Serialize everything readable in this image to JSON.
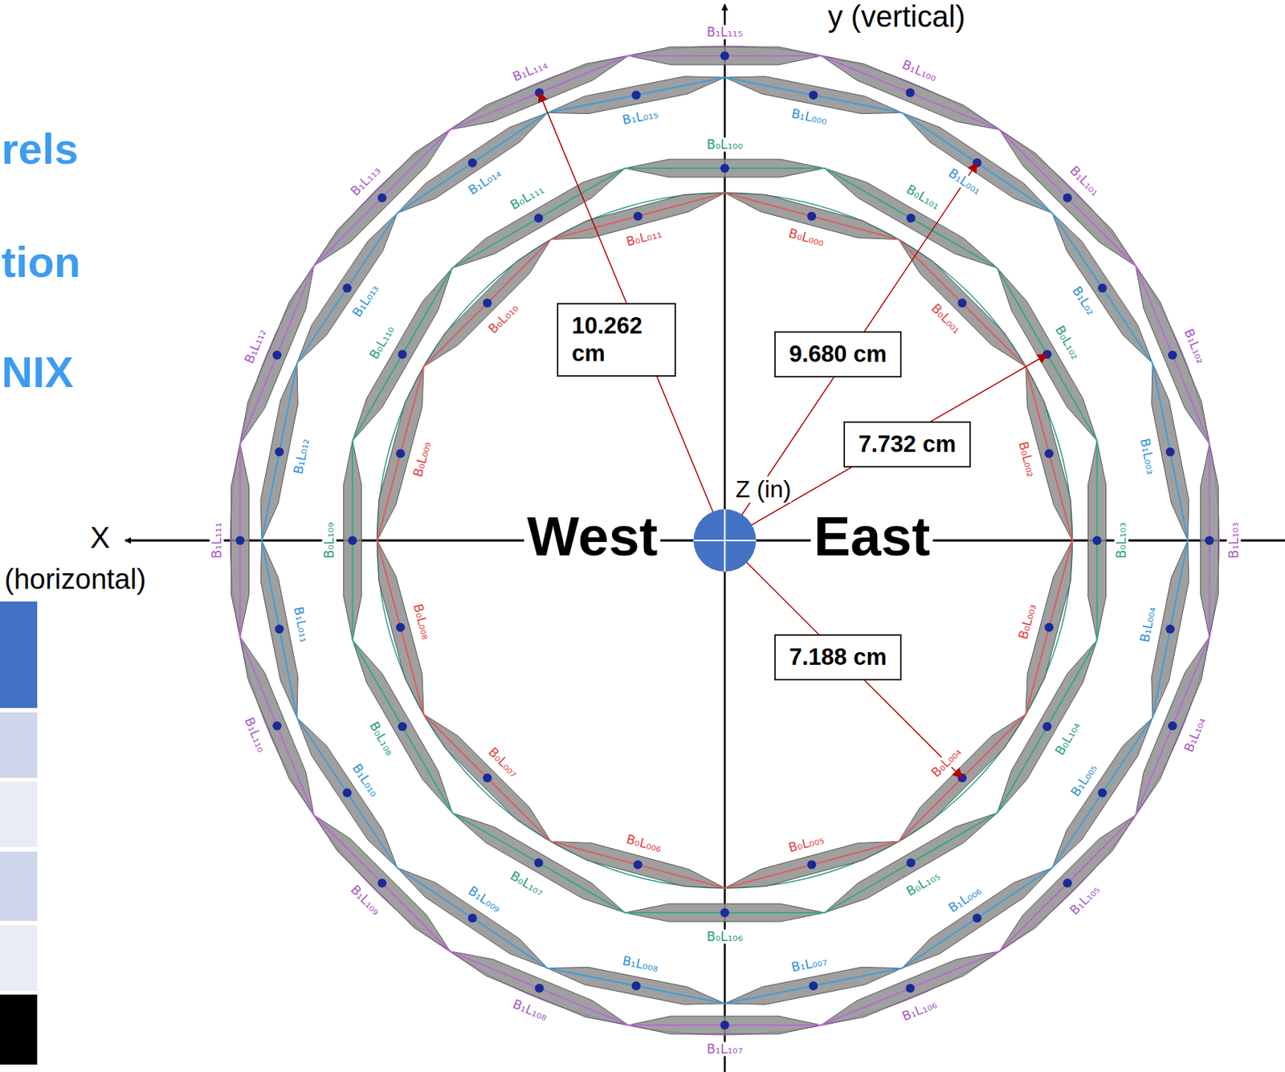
{
  "diagram": {
    "nodes": [
      {
        "text": [
          "10.262 cm"
        ]
      },
      {
        "text": [
          "9.680 cm"
        ]
      },
      {
        "text": [
          "7.732 cm"
        ]
      },
      {
        "text": [
          "7.188 cm"
        ]
      }
    ],
    "labels": [
      "rels",
      "tion",
      "NIX",
      "y (vertical)",
      "X",
      "(horizontal)",
      "Z (in)",
      "West",
      "East",
      "B₁L₁₀₀",
      "B₁L₁₀₁",
      "B₁L₁₀₂",
      "B₁L₁₀₃",
      "B₁L₁₀₄",
      "B₁L₁₀₅",
      "B₁L₁₀₆",
      "B₁L₁₀₇",
      "B₁L₁₀₈",
      "B₁L₁₀₉",
      "B₁L₁₁₀",
      "B₁L₁₁₁",
      "B₁L₁₁₂",
      "B₁L₁₁₃",
      "B₁L₁₁₄",
      "B₁L₁₁₅",
      "B₁L₀₀₀",
      "B₁L₀₀₁",
      "B₁L₀₂",
      "B₁L₀₀₃",
      "B₁L₀₀₄",
      "B₁L₀₀₅",
      "B₁L₀₀₆",
      "B₁L₀₀₇",
      "B₁L₀₀₈",
      "B₁L₀₀₉",
      "B₁L₀₁₀",
      "B₁L₀₁₁",
      "B₁L₀₁₂",
      "B₁L₀₁₃",
      "B₁L₀₁₄",
      "B₁L₀₁₅",
      "B₀L₁₀₀",
      "B₀L₁₀₁",
      "B₀L₁₀₂",
      "B₀L₁₀₃",
      "B₀L₁₀₄",
      "B₀L₁₀₅",
      "B₀L₁₀₆",
      "B₀L₁₀₇",
      "B₀L₁₀₈",
      "B₀L₁₀₉",
      "B₀L₁₁₀",
      "B₀L₁₁₁",
      "B₀L₀₀₀",
      "B₀L₀₀₁",
      "B₀L₀₀₂",
      "B₀L₀₀₃",
      "B₀L₀₀₄",
      "B₀L₀₀₅",
      "B₀L₀₀₆",
      "B₀L₀₀₇",
      "B₀L₀₀₈",
      "B₀L₀₀₉",
      "B₀L₀₁₀",
      "B₀L₀₁₁"
    ]
  }
}
